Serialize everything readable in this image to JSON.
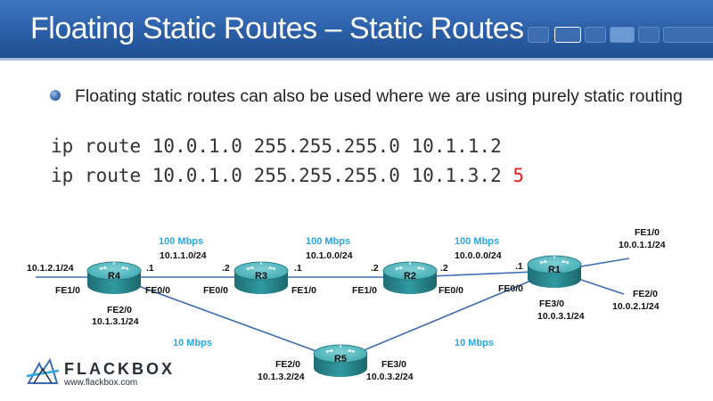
{
  "slide": {
    "title": "Floating Static Routes – Static Routes",
    "bullet": "Floating static routes can also be used where we are using purely static routing",
    "commands": [
      {
        "text": "ip route 10.0.1.0 255.255.255.0 10.1.1.2",
        "admin_distance": ""
      },
      {
        "text": "ip route 10.0.1.0 255.255.255.0 10.1.3.2 ",
        "admin_distance": "5"
      }
    ]
  },
  "routers": [
    "R4",
    "R3",
    "R2",
    "R1",
    "R5"
  ],
  "links": {
    "r4_r3": {
      "speed": "100 Mbps",
      "subnet": "10.1.1.0/24"
    },
    "r3_r2": {
      "speed": "100 Mbps",
      "subnet": "10.1.0.0/24"
    },
    "r2_r1": {
      "speed": "100 Mbps",
      "subnet": "10.0.0.0/24"
    },
    "r4_r5": {
      "speed": "10 Mbps"
    },
    "r5_r1": {
      "speed": "10 Mbps"
    }
  },
  "labels": {
    "r4_left_ip": "10.1.2.1/24",
    "r4_fe10": "FE1/0",
    "r4_dot1": ".1",
    "r4_fe00": "FE0/0",
    "r4_fe20": "FE2/0",
    "r4_fe20_ip": "10.1.3.1/24",
    "r3_dot2": ".2",
    "r3_fe00": "FE0/0",
    "r3_dot1": ".1",
    "r3_fe10": "FE1/0",
    "r2_dot2a": ".2",
    "r2_fe10": "FE1/0",
    "r2_dot2b": ".2",
    "r2_fe00": "FE0/0",
    "r1_dot1": ".1",
    "r1_fe00": "FE0/0",
    "r1_fe10": "FE1/0",
    "r1_fe10_ip": "10.0.1.1/24",
    "r1_fe20": "FE2/0",
    "r1_fe20_ip": "10.0.2.1/24",
    "r1_fe30": "FE3/0",
    "r1_fe30_ip": "10.0.3.1/24",
    "r5_fe20": "FE2/0",
    "r5_fe20_ip": "10.1.3.2/24",
    "r5_fe30": "FE3/0",
    "r5_fe30_ip": "10.0.3.2/24"
  },
  "logo": {
    "name": "FLACKBOX",
    "url": "www.flackbox.com"
  },
  "colors": {
    "header": "#2a5ea6",
    "link_speed": "#2aa6e0",
    "router": "#2f9aa0",
    "admin_distance": "#e02020"
  }
}
